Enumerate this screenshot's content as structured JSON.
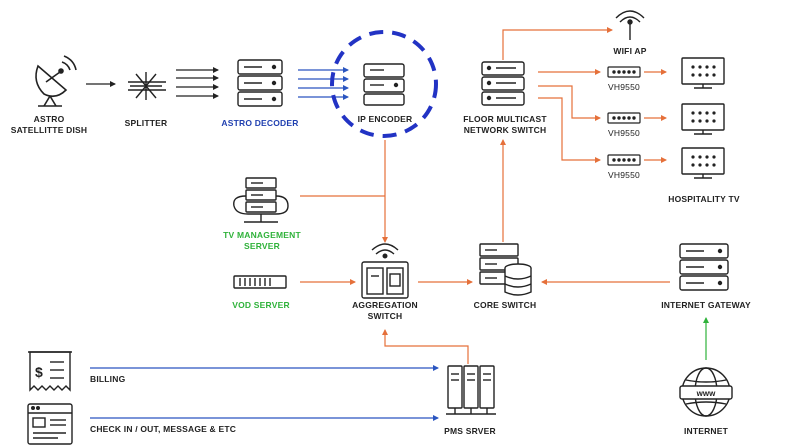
{
  "colors": {
    "orange": "#e5703a",
    "blue": "#2a55c0",
    "dark_blue": "#1f3fb0",
    "green": "#2fb23a",
    "dark": "#222222",
    "highlight_ring": "#2233c4"
  },
  "icons": {
    "satellite_dish": "satellite-dish-icon",
    "splitter": "splitter-icon",
    "decoder": "server-rack-icon",
    "encoder": "ip-encoder-icon",
    "switch": "network-switch-icon",
    "wifi": "wifi-ap-icon",
    "tv": "tv-icon",
    "database": "database-icon",
    "browser": "globe-www-icon"
  },
  "nodes": {
    "dish": "ASTRO\nSATELLITTE DISH",
    "splitter": "SPLITTER",
    "decoder": "ASTRO DECODER",
    "encoder": "IP ENCODER",
    "floor_switch": "FLOOR MULTICAST\nNETWORK SWITCH",
    "wifi": "WIFI AP",
    "vh1": "VH9550",
    "vh2": "VH9550",
    "vh3": "VH9550",
    "hospitality": "HOSPITALITY TV",
    "tv_mgmt": "TV MANAGEMENT\nSERVER",
    "vod": "VOD SERVER",
    "aggregation": "AGGREGATION\nSWITCH",
    "core": "CORE SWITCH",
    "gateway": "INTERNET GATEWAY",
    "billing": "BILLING",
    "checkin": "CHECK IN / OUT, MESSAGE & ETC",
    "pms": "PMS SRVER",
    "internet": "INTERNET",
    "www": "www"
  }
}
